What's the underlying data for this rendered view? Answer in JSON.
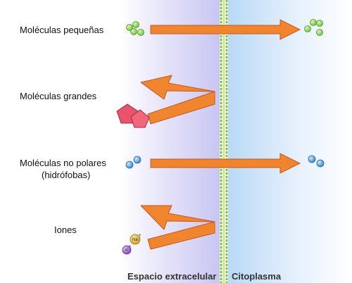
{
  "rows": [
    {
      "label": "Moléculas pequeñas",
      "label_line2": "",
      "passes": true,
      "molecule": "small-green-molecules"
    },
    {
      "label": "Moléculas grandes",
      "label_line2": "",
      "passes": false,
      "molecule": "pink-pentagon-molecules"
    },
    {
      "label": "Moléculas no polares",
      "label_line2": "(hidrófobas)",
      "passes": true,
      "molecule": "blue-diatomic-molecules"
    },
    {
      "label": "Iones",
      "label_line2": "",
      "passes": false,
      "molecule": "ion-particles"
    }
  ],
  "ions": [
    {
      "symbol": "Na",
      "charge": "+",
      "color": "#e0b72a"
    },
    {
      "symbol": "K",
      "charge": "+",
      "color": "#9b5fd6"
    }
  ],
  "regions": {
    "extracellular": "Espacio extracelular",
    "cytoplasm": "Citoplasma"
  },
  "colors": {
    "arrow_fill": "#f0852e",
    "arrow_stroke": "#c9561a",
    "membrane": "#8cc63f",
    "small_molecule": "#8fd14f",
    "large_molecule": "#e8546a",
    "nonpolar_molecule": "#4d9ee0"
  }
}
